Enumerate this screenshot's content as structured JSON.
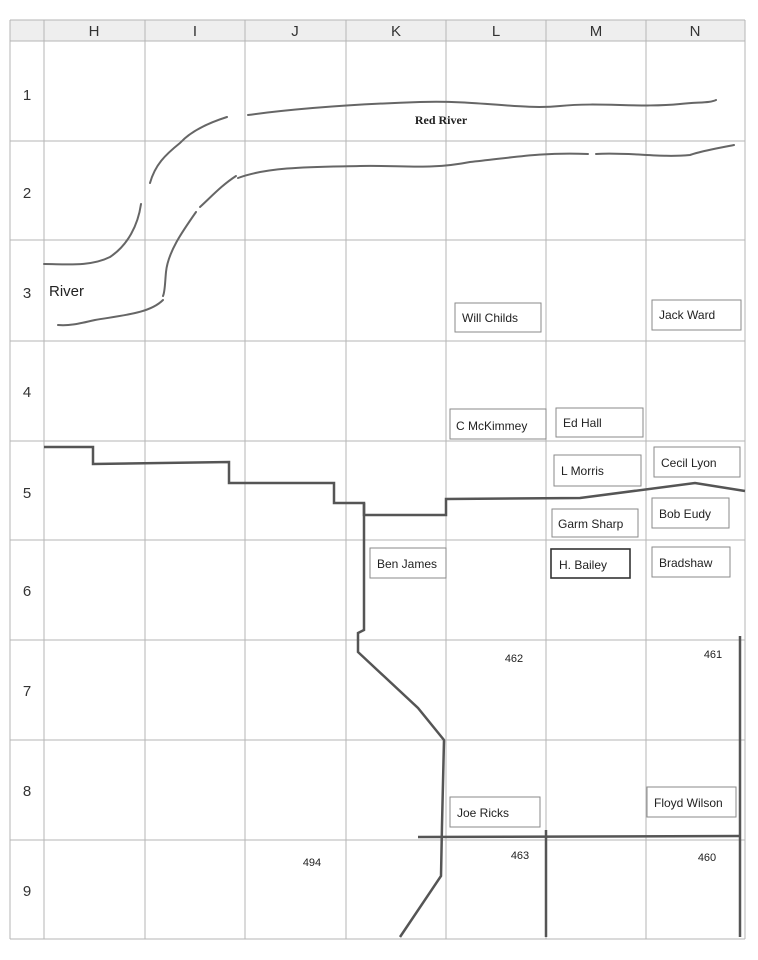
{
  "columns": [
    "H",
    "I",
    "J",
    "K",
    "L",
    "M",
    "N"
  ],
  "rows": [
    "1",
    "2",
    "3",
    "4",
    "5",
    "6",
    "7",
    "8",
    "9"
  ],
  "labels": {
    "red_river": "Red River",
    "river": "River"
  },
  "owners": [
    "Will Childs",
    "Jack Ward",
    "C McKimmey",
    "Ed Hall",
    "L Morris",
    "Cecil Lyon",
    "Garm Sharp",
    "Bob Eudy",
    "Ben James",
    "H. Bailey",
    "Bradshaw",
    "Joe Ricks",
    "Floyd Wilson"
  ],
  "section_numbers": [
    "462",
    "461",
    "494",
    "463",
    "460"
  ],
  "colors": {
    "grid_line": "#b5b5b5",
    "header_fill": "#eeeeee",
    "boundary_line": "#555555",
    "river_line": "#666666",
    "label_box": "#8a8a8a",
    "text": "#222222"
  }
}
